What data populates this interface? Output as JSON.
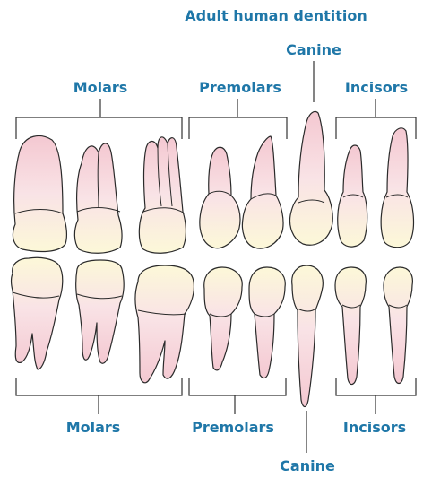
{
  "title": "Adult human dentition",
  "top_labels": {
    "canine": "Canine",
    "molars": "Molars",
    "premolars": "Premolars",
    "incisors": "Incisors"
  },
  "bottom_labels": {
    "molars": "Molars",
    "premolars": "Premolars",
    "incisors": "Incisors",
    "canine": "Canine"
  },
  "colors": {
    "label": "#1f77a8",
    "crown_yellow": "#fbf6d2",
    "root_pink": "#f6d9de",
    "outline": "#2a2a2a"
  }
}
